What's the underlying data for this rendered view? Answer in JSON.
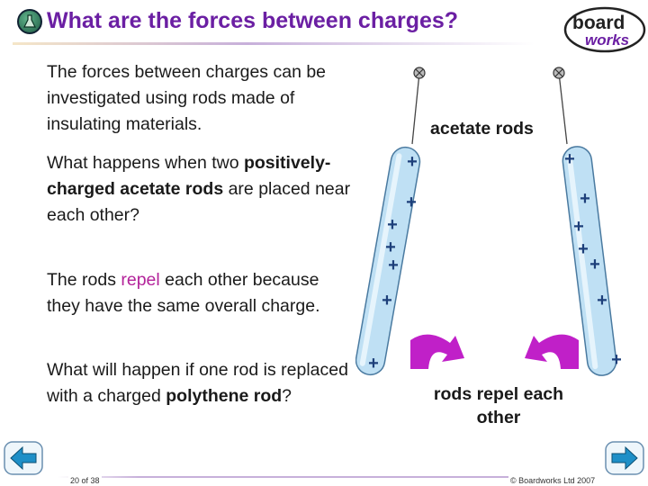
{
  "header": {
    "title": "What are the forces between charges?",
    "brand_logo_text": "boardworks"
  },
  "content": {
    "para1": "The forces between charges can be investigated using rods made of insulating materials.",
    "para2": {
      "text1": "What happens when two ",
      "bold": "positively-charged acetate rods",
      "text2": " are placed near each other?"
    },
    "para3": {
      "text1": "The rods ",
      "accent": "repel",
      "text2": " each other because they have the same overall charge."
    },
    "para4": {
      "text1": "What will happen if one rod is replaced with a charged ",
      "bold": "polythene rod",
      "text2": "?"
    }
  },
  "illustration": {
    "rods_label": "acetate rods",
    "result_label": "rods repel each other",
    "charge_symbol": "+",
    "arrow_color": "#c020c8",
    "rod_color": "#bfe0f4"
  },
  "footer": {
    "page_number": "20 of 38",
    "copyright": "© Boardworks Ltd 2007"
  },
  "navigation": {
    "prev_icon": "arrow-left-icon",
    "next_icon": "arrow-right-icon"
  }
}
